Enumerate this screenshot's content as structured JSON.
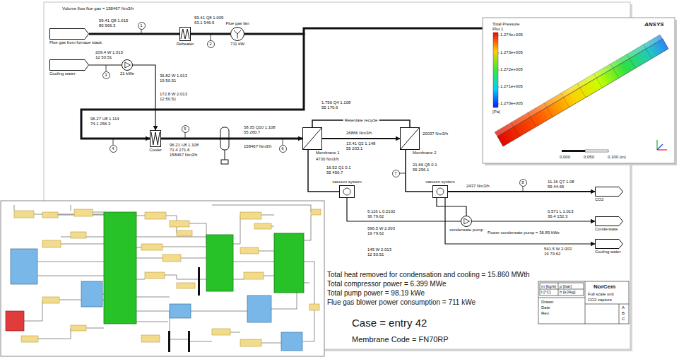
{
  "diagram": {
    "nodes": [
      {
        "text": [
          "Flue gas from furnace stack"
        ]
      },
      {
        "text": [
          "Cooling water"
        ]
      },
      {
        "text": [
          "Reheater"
        ]
      },
      {
        "text": [
          "Flue gas fan",
          "711 kW"
        ]
      },
      {
        "text": [
          "21 kWe"
        ]
      },
      {
        "text": [
          "Cooler"
        ]
      },
      {
        "text": [
          "Membrane 1"
        ]
      },
      {
        "text": [
          "Membrane 2"
        ]
      },
      {
        "text": [
          "vacuum system"
        ]
      },
      {
        "text": [
          "vacuum system"
        ]
      },
      {
        "text": [
          "condensate pump"
        ]
      },
      {
        "text": [
          "CO2"
        ]
      },
      {
        "text": [
          "Condensate"
        ]
      },
      {
        "text": [
          "Cooling water"
        ]
      },
      {
        "text": [
          "1"
        ]
      },
      {
        "text": [
          "2"
        ]
      },
      {
        "text": [
          "3"
        ]
      },
      {
        "text": [
          "4"
        ]
      },
      {
        "text": [
          "5"
        ]
      },
      {
        "text": [
          "6"
        ]
      },
      {
        "text": [
          "7"
        ]
      },
      {
        "text": [
          "8"
        ]
      }
    ],
    "edges": [
      {
        "from": 0,
        "to": 2,
        "arrow": "none"
      },
      {
        "from": 2,
        "to": 3,
        "arrow": "none"
      },
      {
        "from": 3,
        "to": 5,
        "arrow": "to"
      },
      {
        "from": 5,
        "to": 6,
        "arrow": "to"
      },
      {
        "from": 6,
        "to": 7,
        "arrow": "to"
      },
      {
        "from": 7,
        "to": 6,
        "label": "Retentate recycle",
        "arrow": "none"
      },
      {
        "from": 6,
        "to": 8,
        "arrow": "none"
      },
      {
        "from": 7,
        "to": 9,
        "arrow": "none"
      },
      {
        "from": 9,
        "to": 11,
        "arrow": "to"
      },
      {
        "from": 8,
        "to": 10,
        "arrow": "none"
      },
      {
        "from": 9,
        "to": 10,
        "arrow": "none"
      },
      {
        "from": 10,
        "to": 12,
        "arrow": "to"
      },
      {
        "from": 1,
        "to": 4,
        "arrow": "none"
      },
      {
        "from": 4,
        "to": 5,
        "arrow": "to"
      },
      {
        "from": 9,
        "to": 13,
        "arrow": "to"
      }
    ],
    "labels": [
      "Volume flow flue gas = 158467 Nm3/h",
      "59.41 Q8 1.015",
      "80 966.3",
      "59.41 Q8 1.005",
      "63.1 946.5",
      "209.4 W 1.015",
      "12 50.51",
      "36.82 W 1.013",
      "19 50.51",
      "172.8 W 2.013",
      "12 50.51",
      "96.27 U8 1.114",
      "74.1 256.3",
      "96.21 U8 1.108",
      "71.4 271.6",
      "158467 Nm3/h",
      "58.35 Q10 1.108",
      "55 260.7",
      "158467 Nm3/h",
      "1.756 Q4 1.108",
      "55 170.6",
      "26866 Nm3/h",
      "13.41 Q2 1.148",
      "55 203.1",
      "4730 Nm3/h",
      "16.52 Q1 0.1",
      "55 456.7",
      "20037 Nm3/h",
      "21.66 Q5 0.1",
      "55 256.1",
      "2437 Nm3/h",
      "11.16 Q7 1.08",
      "55 44.65",
      "0.571 L 1.013",
      "36.4 152.3",
      "5.116 L 0.2102",
      "36 79.62",
      "596.5 W 2.003",
      "19 79.62",
      "Power condensate pump = 36.89 kWe",
      "541.5 W 2.003",
      "19 79.62",
      "145 W 2.013",
      "12 50.51",
      "Total heat removed for condensation and cooling = 15.860 MWth",
      "Total compressor power = 6.399 MWe",
      "Total pump power = 98.19 kWe",
      "Flue gas blower power consumption = 711 kWe",
      "Case = entry 42",
      "Membrane Code = FN70RP",
      "m [kg/s]",
      "p [bar]",
      "t [°C]",
      "h [kJ/kg]",
      "NorCem",
      "Full scale unit",
      "CO2 capture",
      "Drawn",
      "Date",
      "Rev.",
      "A",
      "B",
      "C",
      "Total Pressure",
      "Plot 1",
      "1.274e+005",
      "1.273e+005",
      "1.272e+005",
      "1.271e+005",
      "1.270e+005",
      "[Pa]",
      "ANSYS",
      "0.000",
      "0.050",
      "0.100 (m)"
    ]
  }
}
